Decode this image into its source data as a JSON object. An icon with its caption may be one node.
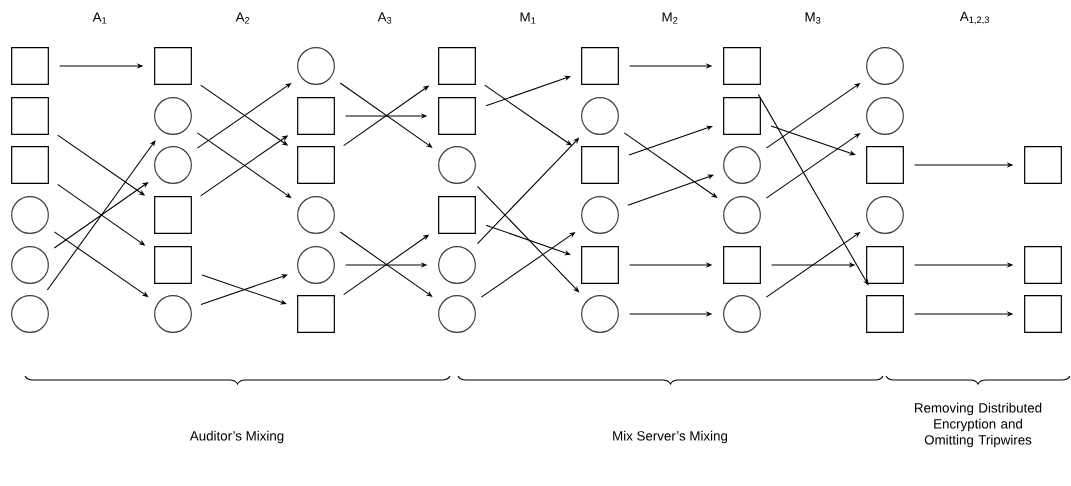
{
  "diagram": {
    "nodes": [
      {
        "text": [],
        "shape": "box"
      },
      {
        "text": [],
        "shape": "box"
      },
      {
        "text": [],
        "shape": "box"
      },
      {
        "text": [],
        "shape": "circle"
      },
      {
        "text": [],
        "shape": "circle"
      },
      {
        "text": [],
        "shape": "circle"
      },
      {
        "text": [],
        "shape": "box"
      },
      {
        "text": [],
        "shape": "circle"
      },
      {
        "text": [],
        "shape": "circle"
      },
      {
        "text": [],
        "shape": "box"
      },
      {
        "text": [],
        "shape": "box"
      },
      {
        "text": [],
        "shape": "circle"
      },
      {
        "text": [],
        "shape": "circle"
      },
      {
        "text": [],
        "shape": "box"
      },
      {
        "text": [],
        "shape": "box"
      },
      {
        "text": [],
        "shape": "circle"
      },
      {
        "text": [],
        "shape": "circle"
      },
      {
        "text": [],
        "shape": "box"
      },
      {
        "text": [],
        "shape": "box"
      },
      {
        "text": [],
        "shape": "box"
      },
      {
        "text": [],
        "shape": "circle"
      },
      {
        "text": [],
        "shape": "box"
      },
      {
        "text": [],
        "shape": "circle"
      },
      {
        "text": [],
        "shape": "circle"
      },
      {
        "text": [],
        "shape": "box"
      },
      {
        "text": [],
        "shape": "circle"
      },
      {
        "text": [],
        "shape": "box"
      },
      {
        "text": [],
        "shape": "circle"
      },
      {
        "text": [],
        "shape": "box"
      },
      {
        "text": [],
        "shape": "circle"
      },
      {
        "text": [],
        "shape": "box"
      },
      {
        "text": [],
        "shape": "box"
      },
      {
        "text": [],
        "shape": "circle"
      },
      {
        "text": [],
        "shape": "circle"
      },
      {
        "text": [],
        "shape": "box"
      },
      {
        "text": [],
        "shape": "circle"
      },
      {
        "text": [],
        "shape": "circle"
      },
      {
        "text": [],
        "shape": "circle"
      },
      {
        "text": [],
        "shape": "box"
      },
      {
        "text": [],
        "shape": "circle"
      },
      {
        "text": [],
        "shape": "box"
      },
      {
        "text": [],
        "shape": "box"
      },
      {
        "text": [],
        "shape": "box"
      },
      {
        "text": [],
        "shape": "box"
      },
      {
        "text": [],
        "shape": "box"
      }
    ],
    "edges": [
      {
        "from": 0,
        "to": 6,
        "arrow": "to"
      },
      {
        "from": 1,
        "to": 9,
        "arrow": "to"
      },
      {
        "from": 2,
        "to": 10,
        "arrow": "to"
      },
      {
        "from": 3,
        "to": 11,
        "arrow": "to"
      },
      {
        "from": 4,
        "to": 8,
        "arrow": "to"
      },
      {
        "from": 5,
        "to": 7,
        "arrow": "to"
      },
      {
        "from": 6,
        "to": 14,
        "arrow": "to"
      },
      {
        "from": 7,
        "to": 15,
        "arrow": "to"
      },
      {
        "from": 8,
        "to": 12,
        "arrow": "to"
      },
      {
        "from": 9,
        "to": 13,
        "arrow": "to"
      },
      {
        "from": 10,
        "to": 17,
        "arrow": "to"
      },
      {
        "from": 11,
        "to": 16,
        "arrow": "to"
      },
      {
        "from": 12,
        "to": 20,
        "arrow": "to"
      },
      {
        "from": 13,
        "to": 19,
        "arrow": "to"
      },
      {
        "from": 14,
        "to": 18,
        "arrow": "to"
      },
      {
        "from": 15,
        "to": 23,
        "arrow": "to"
      },
      {
        "from": 16,
        "to": 22,
        "arrow": "to"
      },
      {
        "from": 17,
        "to": 21,
        "arrow": "to"
      },
      {
        "from": 18,
        "to": 26,
        "arrow": "to"
      },
      {
        "from": 19,
        "to": 24,
        "arrow": "to"
      },
      {
        "from": 20,
        "to": 29,
        "arrow": "to"
      },
      {
        "from": 21,
        "to": 28,
        "arrow": "to"
      },
      {
        "from": 22,
        "to": 25,
        "arrow": "to"
      },
      {
        "from": 23,
        "to": 27,
        "arrow": "to"
      },
      {
        "from": 24,
        "to": 30,
        "arrow": "to"
      },
      {
        "from": 25,
        "to": 33,
        "arrow": "to"
      },
      {
        "from": 26,
        "to": 31,
        "arrow": "to"
      },
      {
        "from": 27,
        "to": 32,
        "arrow": "to"
      },
      {
        "from": 28,
        "to": 34,
        "arrow": "to"
      },
      {
        "from": 29,
        "to": 35,
        "arrow": "to"
      },
      {
        "from": 30,
        "to": 41,
        "arrow": "to"
      },
      {
        "from": 31,
        "to": 38,
        "arrow": "to"
      },
      {
        "from": 32,
        "to": 36,
        "arrow": "to"
      },
      {
        "from": 33,
        "to": 37,
        "arrow": "to"
      },
      {
        "from": 34,
        "to": 40,
        "arrow": "to"
      },
      {
        "from": 35,
        "to": 39,
        "arrow": "to"
      },
      {
        "from": 38,
        "to": 42,
        "arrow": "to"
      },
      {
        "from": 40,
        "to": 43,
        "arrow": "to"
      },
      {
        "from": 41,
        "to": 44,
        "arrow": "to"
      }
    ],
    "labels": [
      "A$_{1}$",
      "A$_{2}$",
      "A$_{3}$",
      "M$_{1}$",
      "M$_{2}$",
      "M$_{3}$",
      "A$_{1,2,3}$",
      "Auditor’s Mixing",
      "Mix Server’s Mixing",
      "Removing Distributed Encryption and Omitting Tripwires"
    ]
  }
}
